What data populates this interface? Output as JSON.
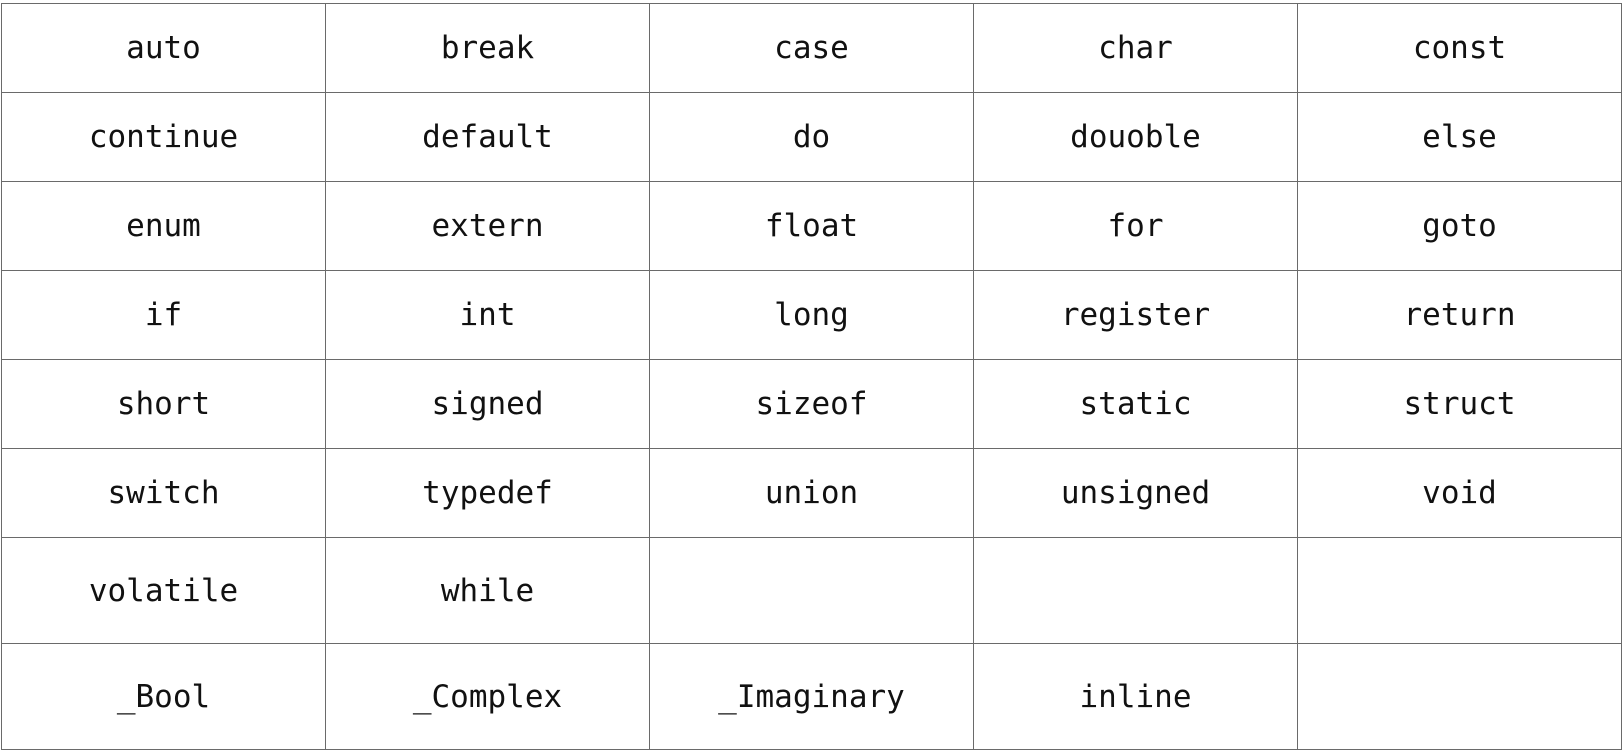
{
  "table": {
    "rows": [
      [
        "auto",
        "break",
        "case",
        "char",
        "const"
      ],
      [
        "continue",
        "default",
        "do",
        "douoble",
        "else"
      ],
      [
        "enum",
        "extern",
        "float",
        "for",
        "goto"
      ],
      [
        "if",
        "int",
        "long",
        "register",
        "return"
      ],
      [
        "short",
        "signed",
        "sizeof",
        "static",
        "struct"
      ],
      [
        "switch",
        "typedef",
        "union",
        "unsigned",
        "void"
      ],
      [
        "volatile",
        "while",
        "",
        "",
        ""
      ],
      [
        "_Bool",
        "_Complex",
        "_Imaginary",
        "inline",
        ""
      ]
    ]
  }
}
